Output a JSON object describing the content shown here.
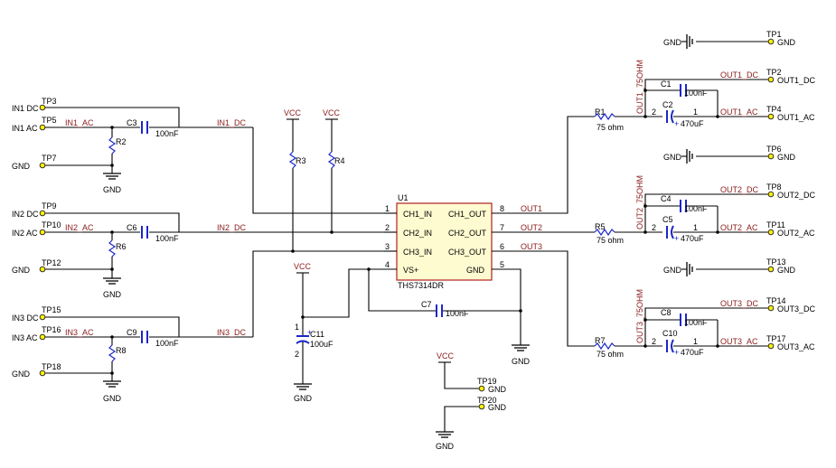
{
  "testpoints": {
    "tp1": "TP1",
    "tp2": "TP2",
    "tp3": "TP3",
    "tp4": "TP4",
    "tp5": "TP5",
    "tp6": "TP6",
    "tp7": "TP7",
    "tp8": "TP8",
    "tp9": "TP9",
    "tp10": "TP10",
    "tp11": "TP11",
    "tp12": "TP12",
    "tp13": "TP13",
    "tp14": "TP14",
    "tp15": "TP15",
    "tp16": "TP16",
    "tp17": "TP17",
    "tp18": "TP18",
    "tp19": "TP19",
    "tp20": "TP20"
  },
  "ports": {
    "in1_dc": "IN1 DC",
    "in1_ac": "IN1 AC",
    "in2_dc": "IN2 DC",
    "in2_ac": "IN2 AC",
    "in3_dc": "IN3 DC",
    "in3_ac": "IN3 AC",
    "gnd": "GND",
    "out1_dc": "OUT1_DC",
    "out1_ac": "OUT1_AC",
    "out2_dc": "OUT2_DC",
    "out2_ac": "OUT2_AC",
    "out3_dc": "OUT3_DC",
    "out3_ac": "OUT3_AC"
  },
  "nets": {
    "in1_ac": "IN1_AC",
    "in1_dc": "IN1_DC",
    "in2_ac": "IN2_AC",
    "in2_dc": "IN2_DC",
    "in3_ac": "IN3_AC",
    "in3_dc": "IN3_DC",
    "out1": "OUT1",
    "out2": "OUT2",
    "out3": "OUT3",
    "out1_dc": "OUT1_DC",
    "out1_ac": "OUT1_AC",
    "out2_dc": "OUT2_DC",
    "out2_ac": "OUT2_AC",
    "out3_dc": "OUT3_DC",
    "out3_ac": "OUT3_AC",
    "out1_75": "OUT1_75OHM",
    "out2_75": "OUT2_75OHM",
    "out3_75": "OUT3_75OHM"
  },
  "power": {
    "vcc": "VCC",
    "gnd": "GND"
  },
  "components": {
    "u1": "U1",
    "u1_part": "THS7314DR",
    "c1": "C1",
    "c2": "C2",
    "c3": "C3",
    "c4": "C4",
    "c5": "C5",
    "c6": "C6",
    "c7": "C7",
    "c8": "C8",
    "c9": "C9",
    "c10": "C10",
    "c11": "C11",
    "r1": "R1",
    "r2": "R2",
    "r3": "R3",
    "r4": "R4",
    "r5": "R5",
    "r6": "R6",
    "r7": "R7",
    "r8": "R8",
    "val_100nf": "100nF",
    "val_470uf": "470uF",
    "val_100uf": "100uF",
    "val_75ohm": "75 ohm"
  },
  "u1_pins": {
    "ch1_in": "CH1_IN",
    "ch2_in": "CH2_IN",
    "ch3_in": "CH3_IN",
    "vs": "VS+",
    "ch1_out": "CH1_OUT",
    "ch2_out": "CH2_OUT",
    "ch3_out": "CH3_OUT",
    "gnd": "GND",
    "n1": "1",
    "n2": "2",
    "n3": "3",
    "n4": "4",
    "n5": "5",
    "n6": "6",
    "n7": "7",
    "n8": "8"
  },
  "pin_numbers": {
    "one": "1",
    "two": "2"
  },
  "polarity": {
    "plus": "+"
  }
}
